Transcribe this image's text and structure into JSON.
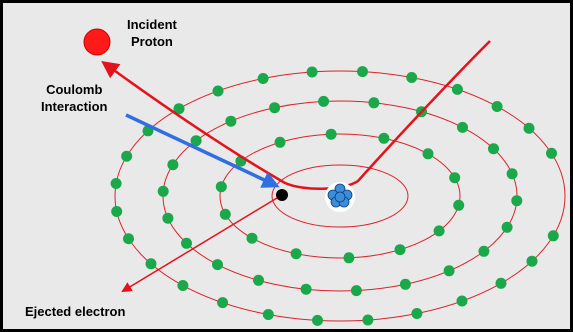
{
  "labels": {
    "incident_line1": "Incident",
    "incident_line2": "Proton",
    "coulomb_line1": "Coulomb",
    "coulomb_line2": "Interaction",
    "ejected": "Ejected electron"
  },
  "colors": {
    "background": "#e9e9e9",
    "frame": "#000000",
    "orbit": "#d9232a",
    "proton_path": "#e3131b",
    "proton": "#ff1a1a",
    "electron": "#1aa84a",
    "ejected_electron": "#000000",
    "interaction_arrow": "#2f6fe0",
    "nucleus": "#3b8fd9"
  },
  "orbit_count": 4,
  "icons": {
    "nucleus": "atom-nucleus-icon",
    "proton": "proton-icon",
    "electron": "electron-icon"
  }
}
